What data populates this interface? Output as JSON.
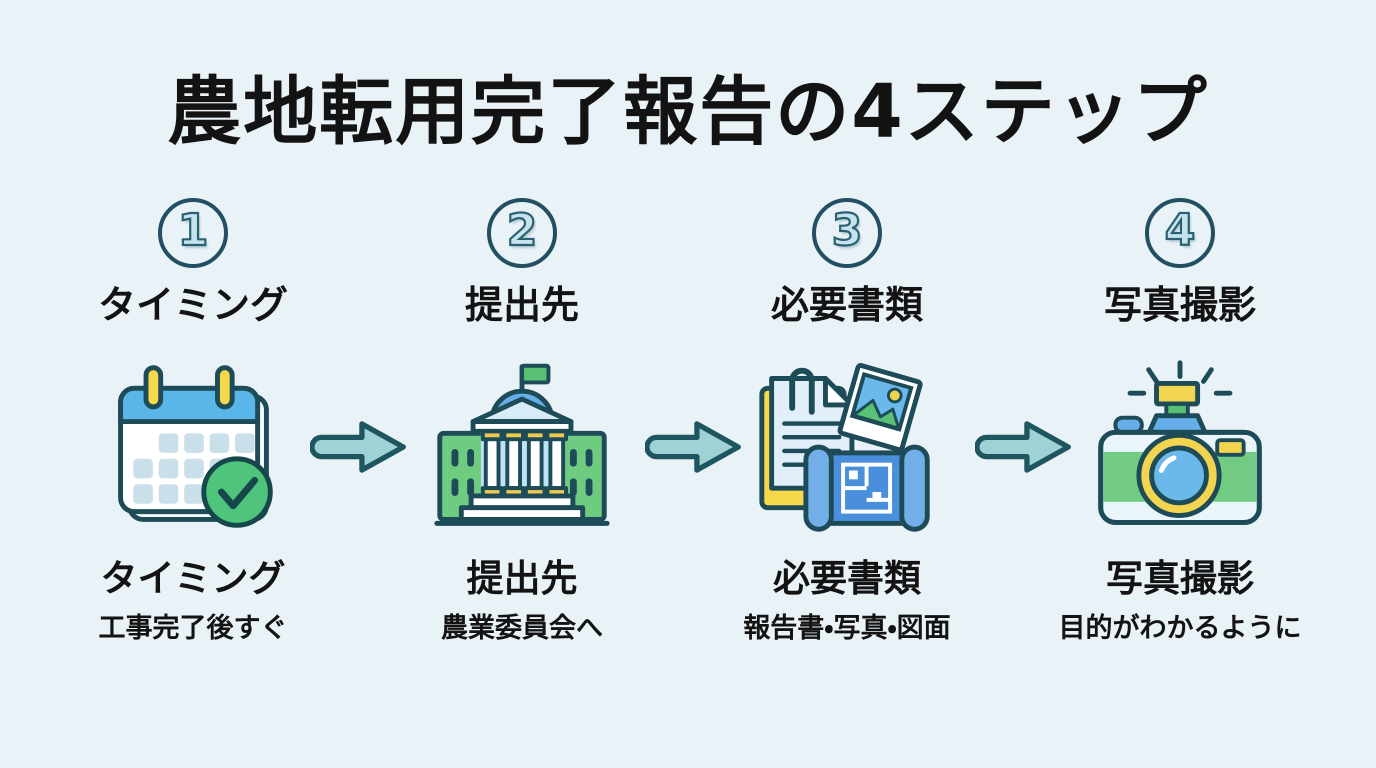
{
  "title": "農地転用完了報告の4ステップ",
  "steps": [
    {
      "number": "1",
      "label": "タイミング",
      "icon": "calendar-check-icon",
      "detail_title": "タイミング",
      "detail_desc": "工事完了後すぐ"
    },
    {
      "number": "2",
      "label": "提出先",
      "icon": "government-building-icon",
      "detail_title": "提出先",
      "detail_desc": "農業委員会へ"
    },
    {
      "number": "3",
      "label": "必要書類",
      "icon": "documents-icon",
      "detail_title": "必要書類",
      "detail_desc": "報告書・写真・図面"
    },
    {
      "number": "4",
      "label": "写真撮影",
      "icon": "camera-icon",
      "detail_title": "写真撮影",
      "detail_desc": "目的がわかるように"
    }
  ],
  "palette": {
    "background": "#e9f2f7",
    "text": "#131313",
    "circle_outline": "#234f63",
    "number_fill": "#c7e4ee",
    "number_outline": "#2a6173",
    "arrow_fill": "#9ed2d4",
    "arrow_outline": "#1d565e",
    "icon_outline": "#1e4b58",
    "green": "#6fcb80",
    "check_green": "#4ec47c",
    "blue": "#66aee9",
    "light_blue": "#c9dfe9",
    "blueprint_blue": "#4a8fdb",
    "yellow": "#f6d84b"
  }
}
